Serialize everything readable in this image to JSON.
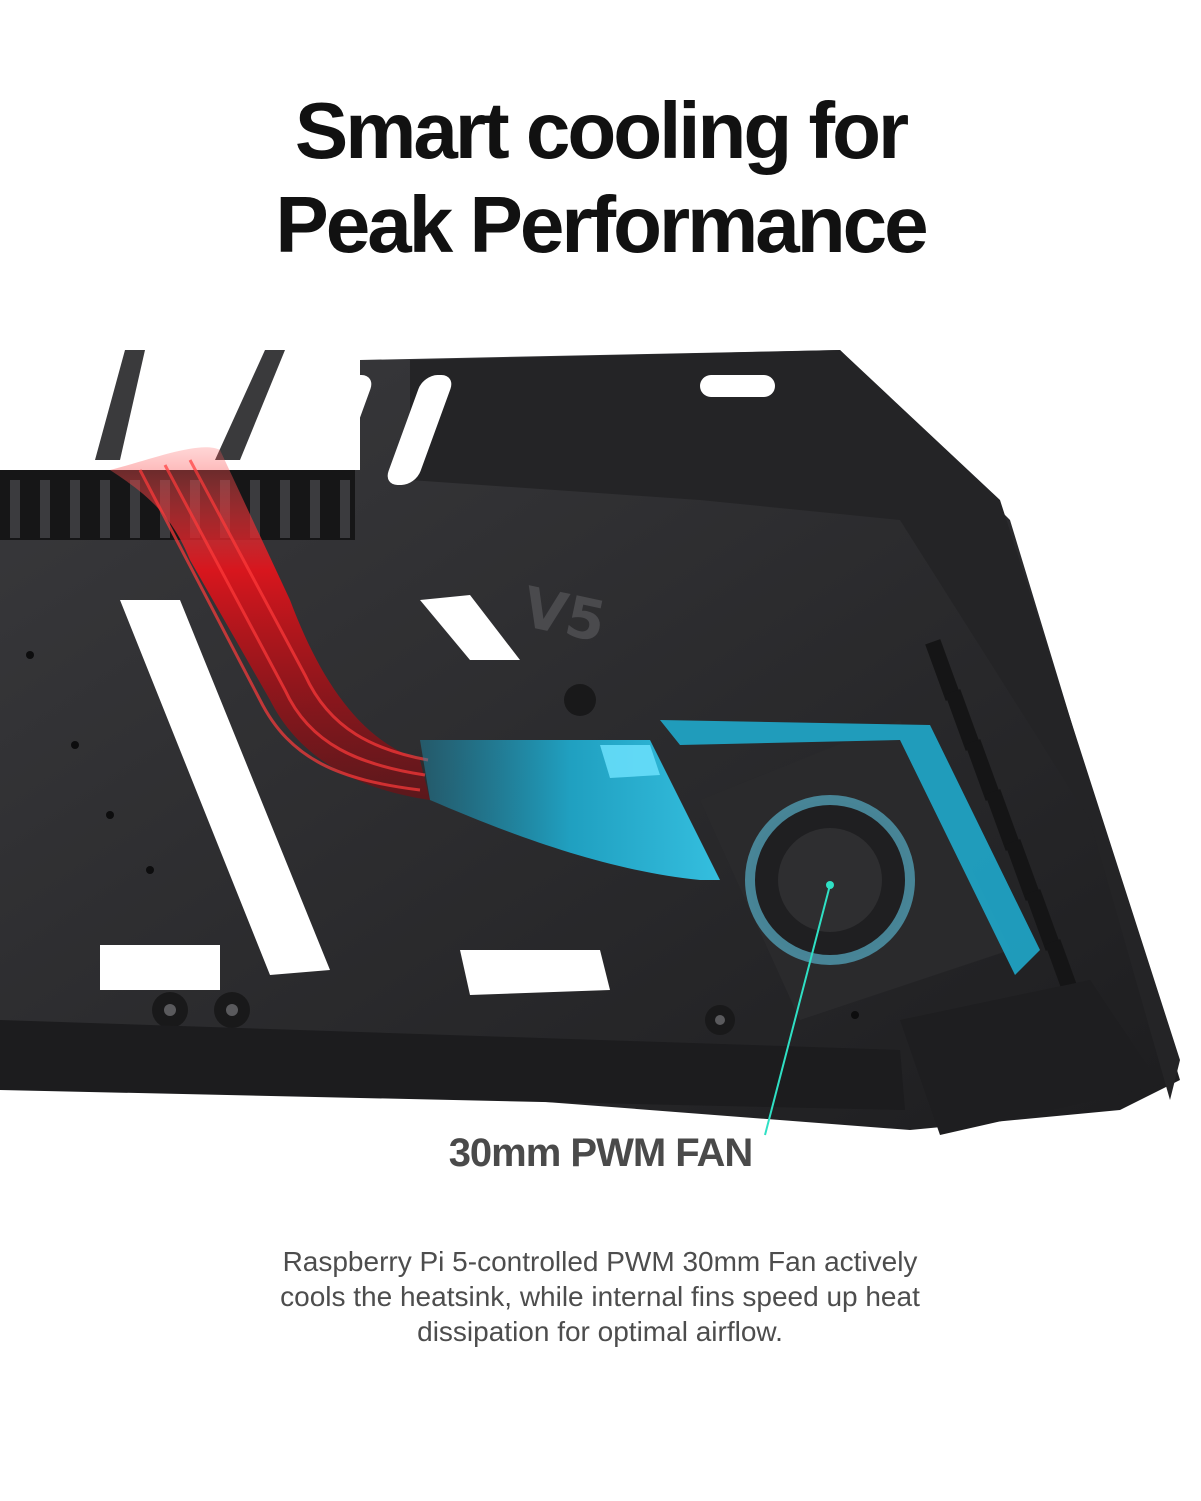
{
  "headline": {
    "line1": "Smart cooling for",
    "line2": "Peak Performance"
  },
  "callout": {
    "label": "30mm PWM FAN"
  },
  "description": {
    "line1": "Raspberry Pi 5-controlled PWM 30mm Fan actively",
    "line2": "cools the heatsink, while internal fins speed up heat",
    "line3": "dissipation for optimal airflow."
  },
  "illustration": {
    "embossed_text": "V5",
    "colors": {
      "case": "#2b2b2d",
      "heat": "#d9141a",
      "cool": "#1fa6c8",
      "callout_line": "#2fe0c4"
    },
    "icons": [
      "case-illustration",
      "fan-icon",
      "heat-pipe-icon"
    ]
  }
}
